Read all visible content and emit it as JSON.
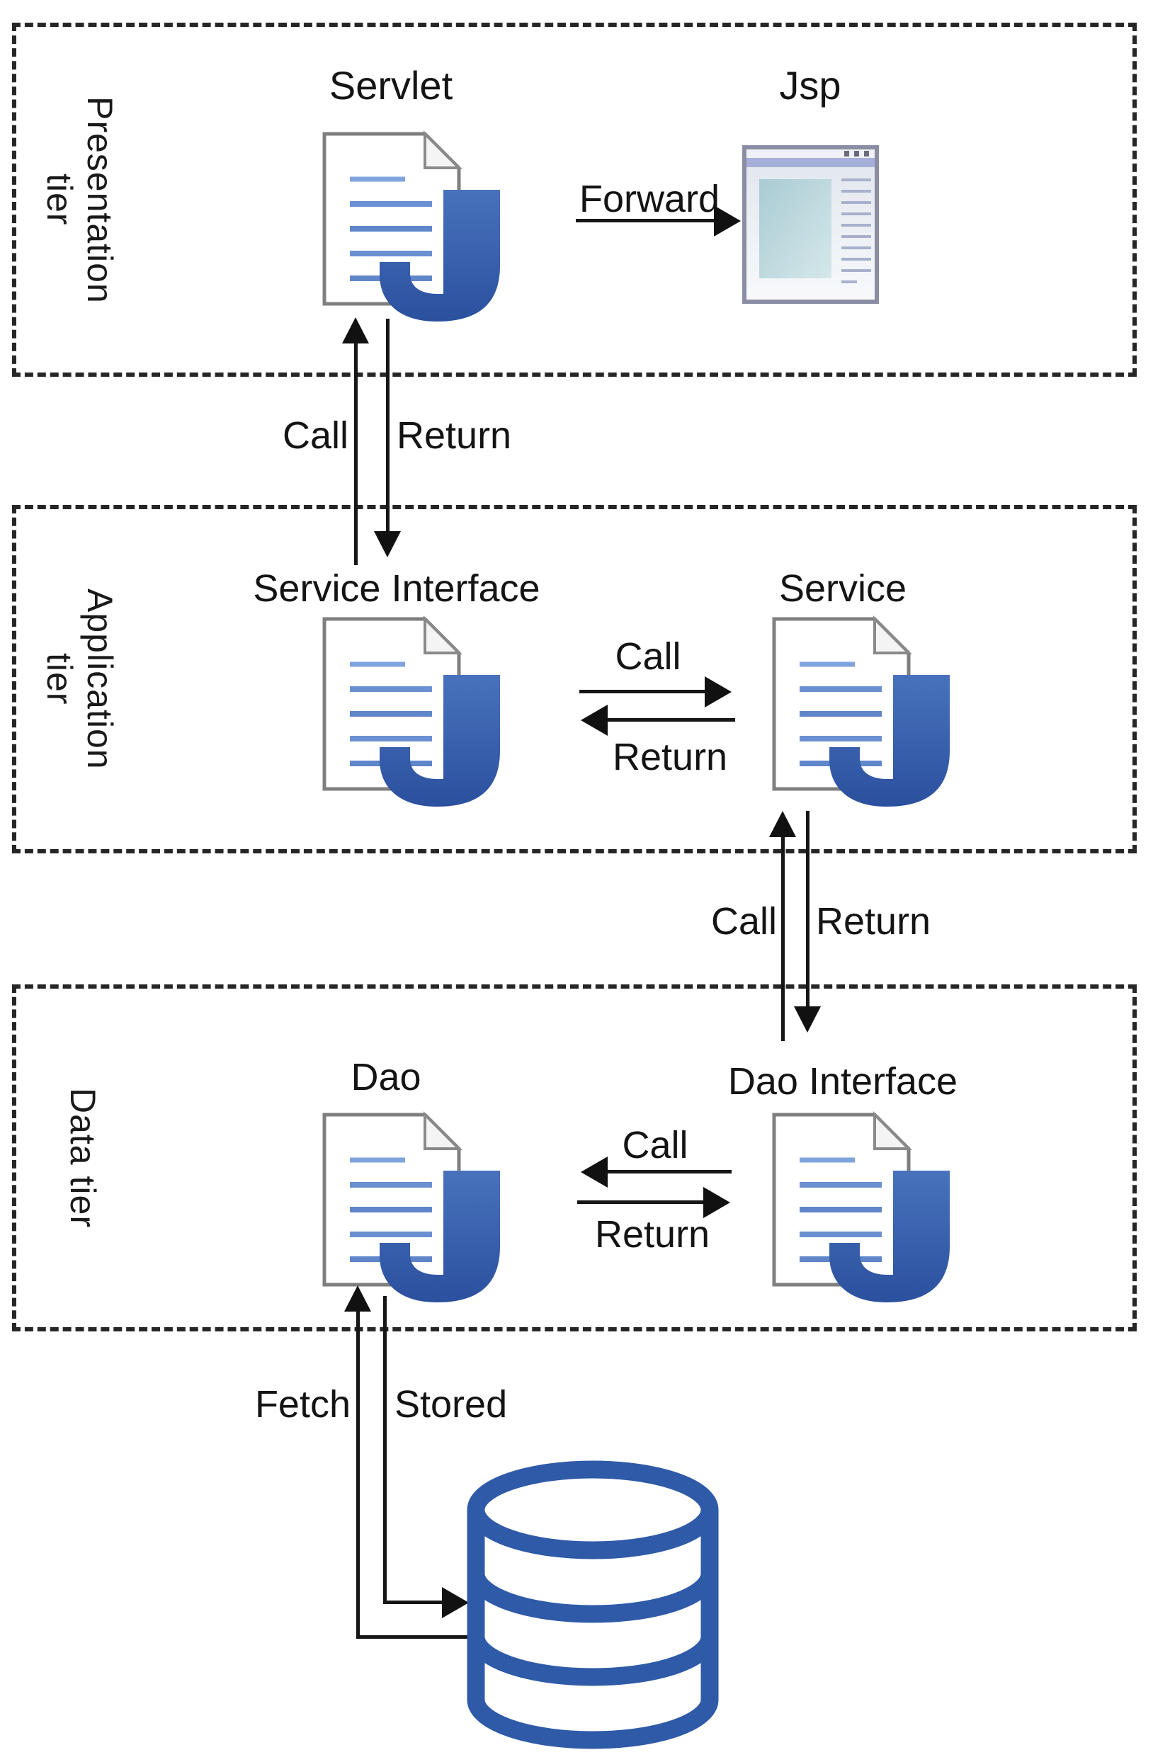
{
  "diagram": {
    "type": "three-tier-java-architecture",
    "background": "#ffffff"
  },
  "tiers": [
    {
      "id": "presentation",
      "label": "Presentation\ntier"
    },
    {
      "id": "application",
      "label": "Application\ntier"
    },
    {
      "id": "data",
      "label": "Data tier"
    }
  ],
  "components": {
    "servlet": {
      "label": "Servlet",
      "icon": "java-file-icon"
    },
    "jsp": {
      "label": "Jsp",
      "icon": "browser-window-icon"
    },
    "service_interface": {
      "label": "Service Interface",
      "icon": "java-file-icon"
    },
    "service": {
      "label": "Service",
      "icon": "java-file-icon"
    },
    "dao": {
      "label": "Dao",
      "icon": "java-file-icon"
    },
    "dao_interface": {
      "label": "Dao Interface",
      "icon": "java-file-icon"
    },
    "database": {
      "icon": "database-cylinder-icon"
    }
  },
  "edges": {
    "forward": {
      "label": "Forward",
      "direction": "right",
      "from": "servlet",
      "to": "jsp"
    },
    "call_pres_app": {
      "label": "Call",
      "direction": "up",
      "from": "service_interface",
      "to": "servlet"
    },
    "return_pres_app": {
      "label": "Return",
      "direction": "down",
      "from": "servlet",
      "to": "service_interface"
    },
    "call_app_row": {
      "label": "Call",
      "direction": "right",
      "from": "service_interface",
      "to": "service"
    },
    "return_app_row": {
      "label": "Return",
      "direction": "left",
      "from": "service",
      "to": "service_interface"
    },
    "call_app_data": {
      "label": "Call",
      "direction": "up",
      "from": "dao_interface",
      "to": "service"
    },
    "return_app_data": {
      "label": "Return",
      "direction": "down",
      "from": "service",
      "to": "dao_interface"
    },
    "call_data_row": {
      "label": "Call",
      "direction": "left",
      "from": "dao_interface",
      "to": "dao"
    },
    "return_data_row": {
      "label": "Return",
      "direction": "right",
      "from": "dao",
      "to": "dao_interface"
    },
    "fetch": {
      "label": "Fetch",
      "direction": "up",
      "from": "database",
      "to": "dao"
    },
    "stored": {
      "label": "Stored",
      "direction": "down",
      "from": "dao",
      "to": "database"
    }
  },
  "colors": {
    "java_logo_blue": "#2E59A8",
    "java_logo_blue_light": "#4872BC",
    "doc_line_blue": "#5E86C9",
    "doc_line_blue_light": "#7FA3DC",
    "doc_border_gray": "#7f7f7f",
    "database_blue": "#2E5AA7",
    "window_border": "#8B8DA4",
    "window_toolbar": "#A6B0D8",
    "window_content_teal": "#A9CBD3",
    "line_black": "#161616"
  }
}
